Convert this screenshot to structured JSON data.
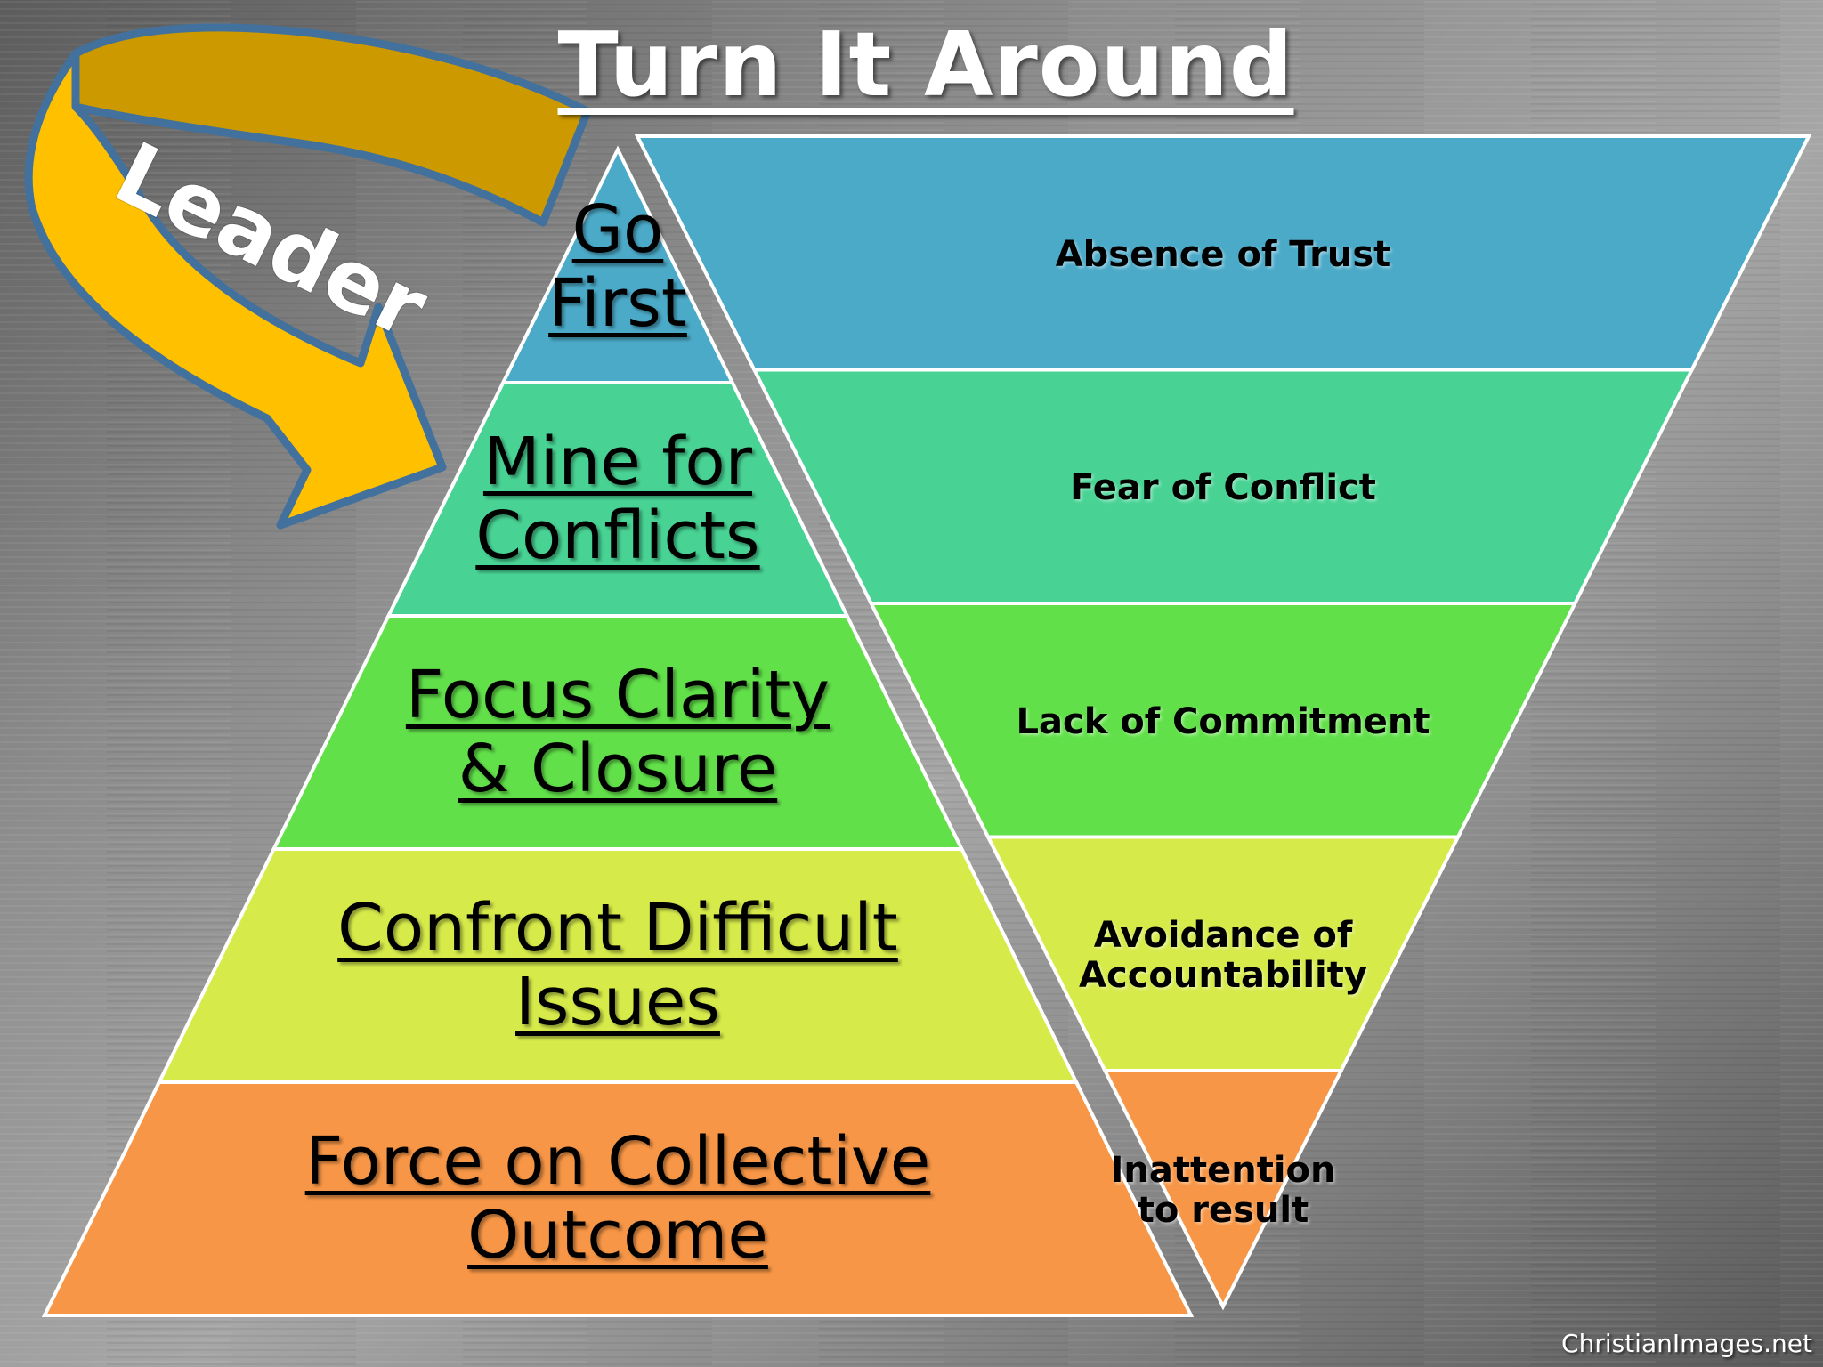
{
  "title": "Turn It Around",
  "leader_label": "Leader",
  "pyramid": {
    "levels": [
      {
        "lines": [
          "Go",
          "First"
        ],
        "color": "#4BAAC8"
      },
      {
        "lines": [
          "Mine for",
          "Conflicts"
        ],
        "color": "#48D394"
      },
      {
        "lines": [
          "Focus Clarity",
          "& Closure"
        ],
        "color": "#62E04A"
      },
      {
        "lines": [
          "Confront Difficult",
          "Issues"
        ],
        "color": "#D6EA4A"
      },
      {
        "lines": [
          "Force on Collective",
          "Outcome"
        ],
        "color": "#F79646"
      }
    ]
  },
  "inverted": {
    "levels": [
      {
        "lines": [
          "Absence of Trust"
        ],
        "color": "#4BAAC8"
      },
      {
        "lines": [
          "Fear of Conflict"
        ],
        "color": "#48D394"
      },
      {
        "lines": [
          "Lack of Commitment"
        ],
        "color": "#62E04A"
      },
      {
        "lines": [
          "Avoidance of",
          "Accountability"
        ],
        "color": "#D6EA4A"
      },
      {
        "lines": [
          "Inattention",
          "to result"
        ],
        "color": "#F79646"
      }
    ]
  },
  "credit": "ChristianImages.net",
  "colors": {
    "arrow_fill": "#FFC000",
    "arrow_shadow": "#CC9A00",
    "arrow_outline": "#41719C",
    "band_outline": "#FFFFFF"
  }
}
